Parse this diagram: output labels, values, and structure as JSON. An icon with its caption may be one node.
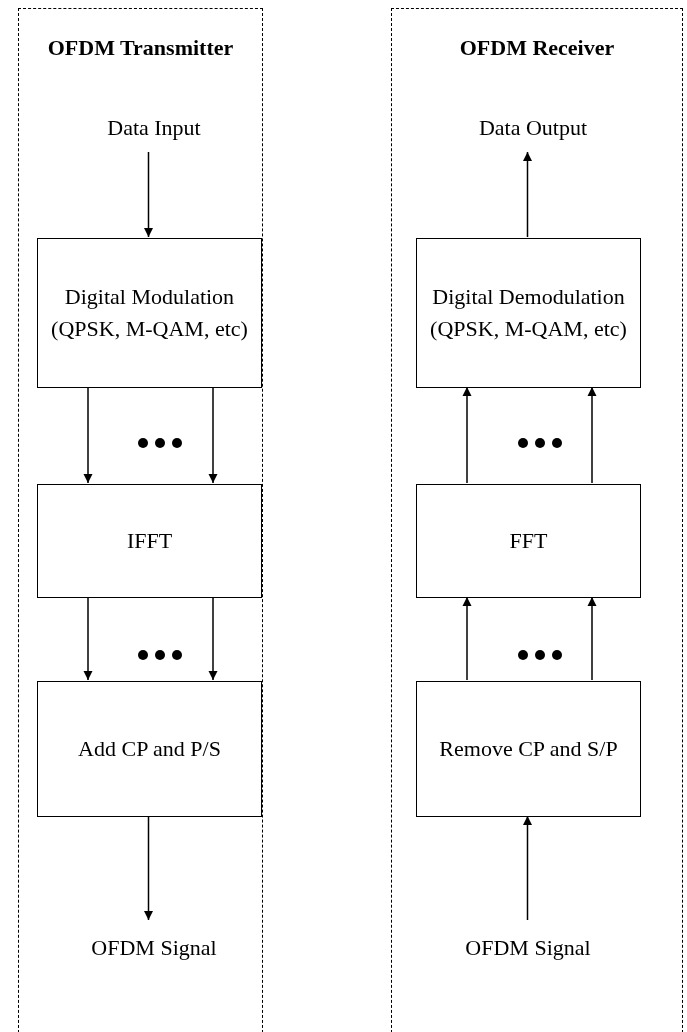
{
  "diagram": {
    "nodes": [
      {
        "text": [
          "OFDM Transmitter"
        ]
      },
      {
        "text": [
          "Data Input"
        ],
        "in": 0
      },
      {
        "text": [
          "Digital Modulation (QPSK, M-QAM, etc)"
        ],
        "in": 0
      },
      {
        "text": [
          "IFFT"
        ],
        "in": 0
      },
      {
        "text": [
          "Add CP and P/S"
        ],
        "in": 0
      },
      {
        "text": [
          "OFDM Signal"
        ],
        "in": 0
      },
      {
        "text": [
          "OFDM Receiver"
        ]
      },
      {
        "text": [
          "Data Output"
        ],
        "in": 6
      },
      {
        "text": [
          "Digital Demodulation (QPSK, M-QAM, etc)"
        ],
        "in": 6
      },
      {
        "text": [
          "FFT"
        ],
        "in": 6
      },
      {
        "text": [
          "Remove CP and S/P"
        ],
        "in": 6
      },
      {
        "text": [
          "OFDM Signal"
        ],
        "in": 6
      }
    ],
    "edges": [
      {
        "from": 1,
        "to": 2,
        "arrow": "to"
      },
      {
        "from": 2,
        "to": 3,
        "arrow": "to"
      },
      {
        "from": 2,
        "to": 3,
        "arrow": "to"
      },
      {
        "from": 3,
        "to": 4,
        "arrow": "to"
      },
      {
        "from": 3,
        "to": 4,
        "arrow": "to"
      },
      {
        "from": 4,
        "to": 5,
        "arrow": "to"
      },
      {
        "from": 11,
        "to": 10,
        "arrow": "to"
      },
      {
        "from": 10,
        "to": 9,
        "arrow": "to"
      },
      {
        "from": 10,
        "to": 9,
        "arrow": "to"
      },
      {
        "from": 9,
        "to": 8,
        "arrow": "to"
      },
      {
        "from": 9,
        "to": 8,
        "arrow": "to"
      },
      {
        "from": 8,
        "to": 7,
        "arrow": "to"
      }
    ]
  }
}
